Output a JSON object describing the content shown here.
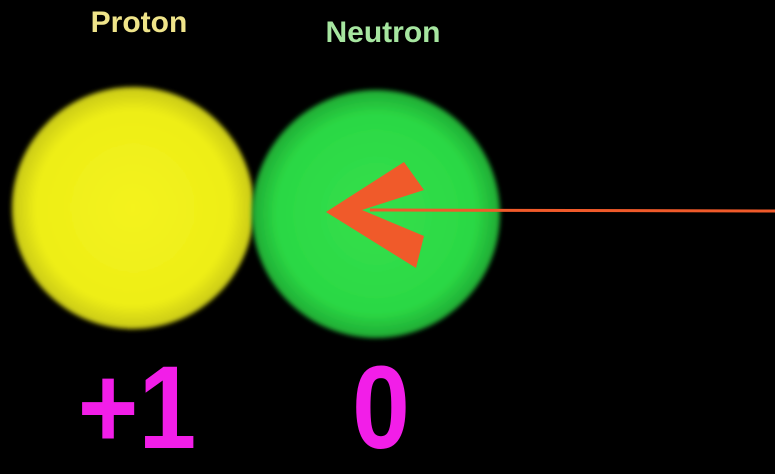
{
  "proton": {
    "label": "Proton",
    "charge": "+1",
    "color": "#f2f21a",
    "label_color": "#efe48a"
  },
  "neutron": {
    "label": "Neutron",
    "charge": "0",
    "color": "#2ee04a",
    "label_color": "#a6e6a0"
  },
  "incoming_particle": {
    "color": "#f05a2a",
    "direction": "left"
  },
  "colors": {
    "background": "#000000",
    "charge_text": "#f21ee8"
  }
}
